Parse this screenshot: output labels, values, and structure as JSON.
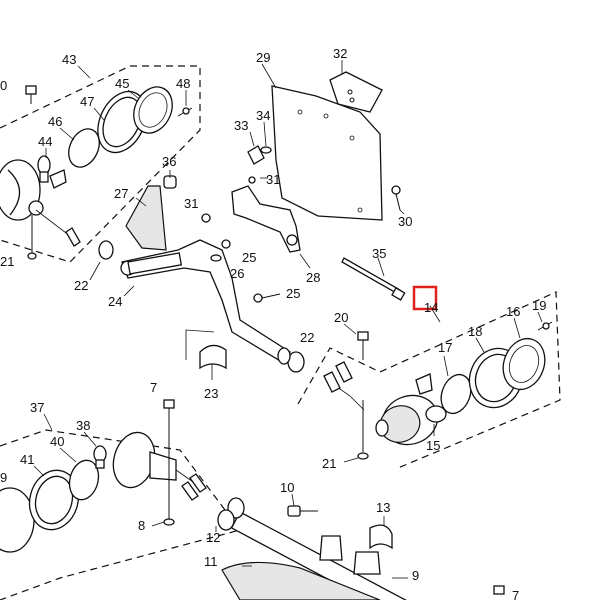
{
  "diagram": {
    "callouts": [
      {
        "id": "c43",
        "text": "43"
      },
      {
        "id": "c45",
        "text": "45"
      },
      {
        "id": "c48",
        "text": "48"
      },
      {
        "id": "c47",
        "text": "47"
      },
      {
        "id": "c46",
        "text": "46"
      },
      {
        "id": "c44",
        "text": "44"
      },
      {
        "id": "c40a",
        "text": "0"
      },
      {
        "id": "c21a",
        "text": "21"
      },
      {
        "id": "c22a",
        "text": "22"
      },
      {
        "id": "c24",
        "text": "24"
      },
      {
        "id": "c27",
        "text": "27"
      },
      {
        "id": "c36",
        "text": "36"
      },
      {
        "id": "c31a",
        "text": "31"
      },
      {
        "id": "c29",
        "text": "29"
      },
      {
        "id": "c32",
        "text": "32"
      },
      {
        "id": "c33",
        "text": "33"
      },
      {
        "id": "c34",
        "text": "34"
      },
      {
        "id": "c31b",
        "text": "31"
      },
      {
        "id": "c30",
        "text": "30"
      },
      {
        "id": "c25a",
        "text": "25"
      },
      {
        "id": "c26",
        "text": "26"
      },
      {
        "id": "c28",
        "text": "28"
      },
      {
        "id": "c25b",
        "text": "25"
      },
      {
        "id": "c35",
        "text": "35"
      },
      {
        "id": "c14",
        "text": "14"
      },
      {
        "id": "c19",
        "text": "19"
      },
      {
        "id": "c16",
        "text": "16"
      },
      {
        "id": "c18",
        "text": "18"
      },
      {
        "id": "c20",
        "text": "20"
      },
      {
        "id": "c17",
        "text": "17"
      },
      {
        "id": "c22b",
        "text": "22"
      },
      {
        "id": "c23",
        "text": "23"
      },
      {
        "id": "c15",
        "text": "15"
      },
      {
        "id": "c21b",
        "text": "21"
      },
      {
        "id": "c7a",
        "text": "7"
      },
      {
        "id": "c37",
        "text": "37"
      },
      {
        "id": "c38",
        "text": "38"
      },
      {
        "id": "c40b",
        "text": "40"
      },
      {
        "id": "c41",
        "text": "41"
      },
      {
        "id": "c39",
        "text": "9"
      },
      {
        "id": "c8",
        "text": "8"
      },
      {
        "id": "c10",
        "text": "10"
      },
      {
        "id": "c13",
        "text": "13"
      },
      {
        "id": "c12",
        "text": "12"
      },
      {
        "id": "c11",
        "text": "11"
      },
      {
        "id": "c9",
        "text": "9"
      },
      {
        "id": "c7b",
        "text": "7"
      }
    ],
    "highlight_color": "#e0201c"
  }
}
